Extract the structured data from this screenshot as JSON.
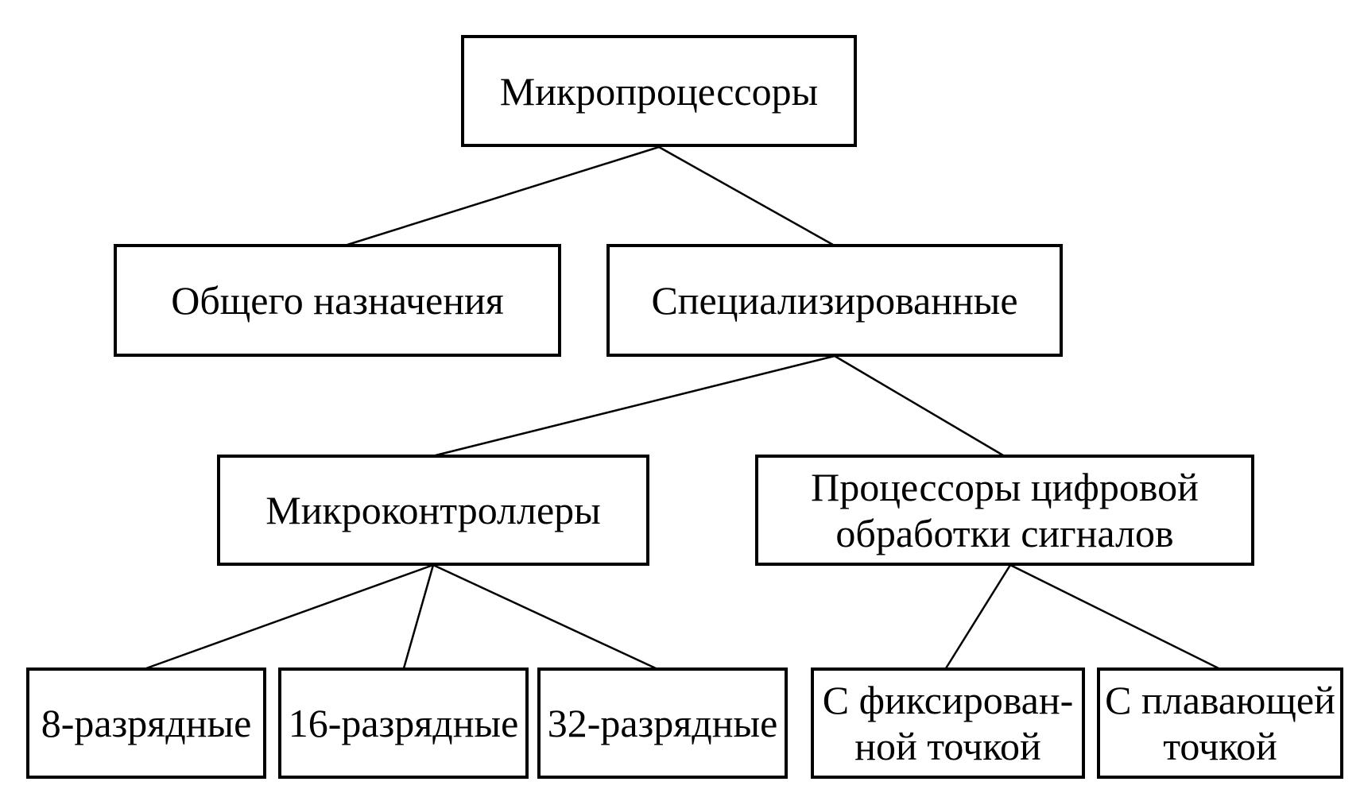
{
  "diagram": {
    "background_color": "#ffffff",
    "box_border_color": "#000000",
    "edge_line_color": "#000000",
    "text_color": "#000000",
    "nodes": {
      "root": {
        "lines": [
          "Микропроцессоры"
        ]
      },
      "general": {
        "lines": [
          "Общего назначения"
        ]
      },
      "special": {
        "lines": [
          "Специализированные"
        ]
      },
      "mcu": {
        "lines": [
          "Микроконтроллеры"
        ]
      },
      "dsp": {
        "lines": [
          "Процессоры цифровой",
          "обработки сигналов"
        ]
      },
      "bit8": {
        "lines": [
          "8-разрядные"
        ]
      },
      "bit16": {
        "lines": [
          "16-разрядные"
        ]
      },
      "bit32": {
        "lines": [
          "32-разрядные"
        ]
      },
      "fixed": {
        "lines": [
          "С фиксирован-",
          "ной точкой"
        ]
      },
      "float": {
        "lines": [
          "С плавающей",
          "точкой"
        ]
      }
    },
    "edges": [
      {
        "from": "root",
        "to": "general"
      },
      {
        "from": "root",
        "to": "special"
      },
      {
        "from": "special",
        "to": "mcu"
      },
      {
        "from": "special",
        "to": "dsp"
      },
      {
        "from": "mcu",
        "to": "bit8"
      },
      {
        "from": "mcu",
        "to": "bit16"
      },
      {
        "from": "mcu",
        "to": "bit32"
      },
      {
        "from": "dsp",
        "to": "fixed"
      },
      {
        "from": "dsp",
        "to": "float"
      }
    ]
  }
}
